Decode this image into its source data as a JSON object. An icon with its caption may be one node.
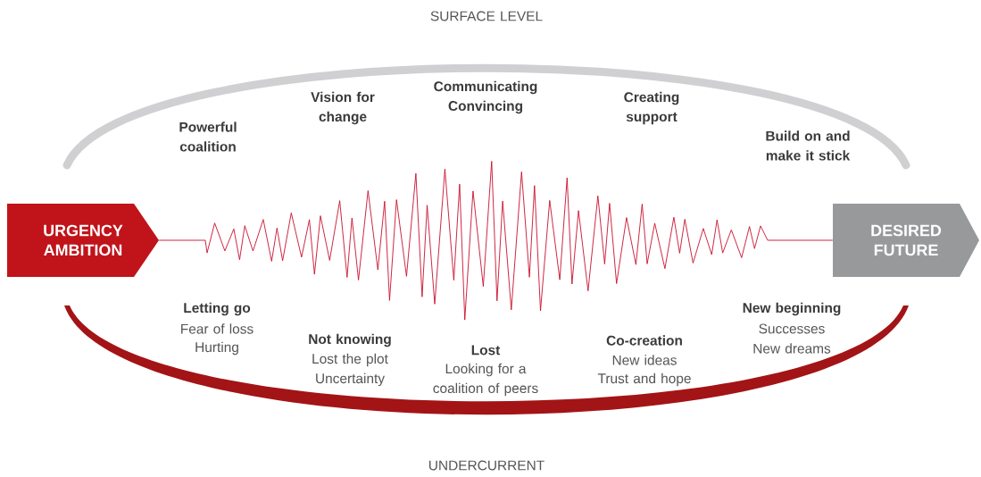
{
  "diagram": {
    "nodes": [
      {
        "text": [
          "URGENCY AMBITION"
        ]
      },
      {
        "text": [
          "DESIRED FUTURE"
        ]
      }
    ],
    "edges": [
      {
        "from": 0,
        "to": 1,
        "arrow": "none",
        "color": "#c8102e"
      }
    ],
    "labels": [
      "SURFACE LEVEL",
      "Powerful coalition",
      "Vision for change",
      "Communicating Convincing",
      "Creating support",
      "Build on and make it stick",
      "Letting go",
      "Fear of loss",
      "Hurting",
      "Not knowing",
      "Lost the plot",
      "Uncertainty",
      "Lost",
      "Looking for a coalition of peers",
      "Co-creation",
      "New ideas",
      "Trust and hope",
      "New beginning",
      "Successes",
      "New dreams",
      "UNDERCURRENT"
    ]
  }
}
